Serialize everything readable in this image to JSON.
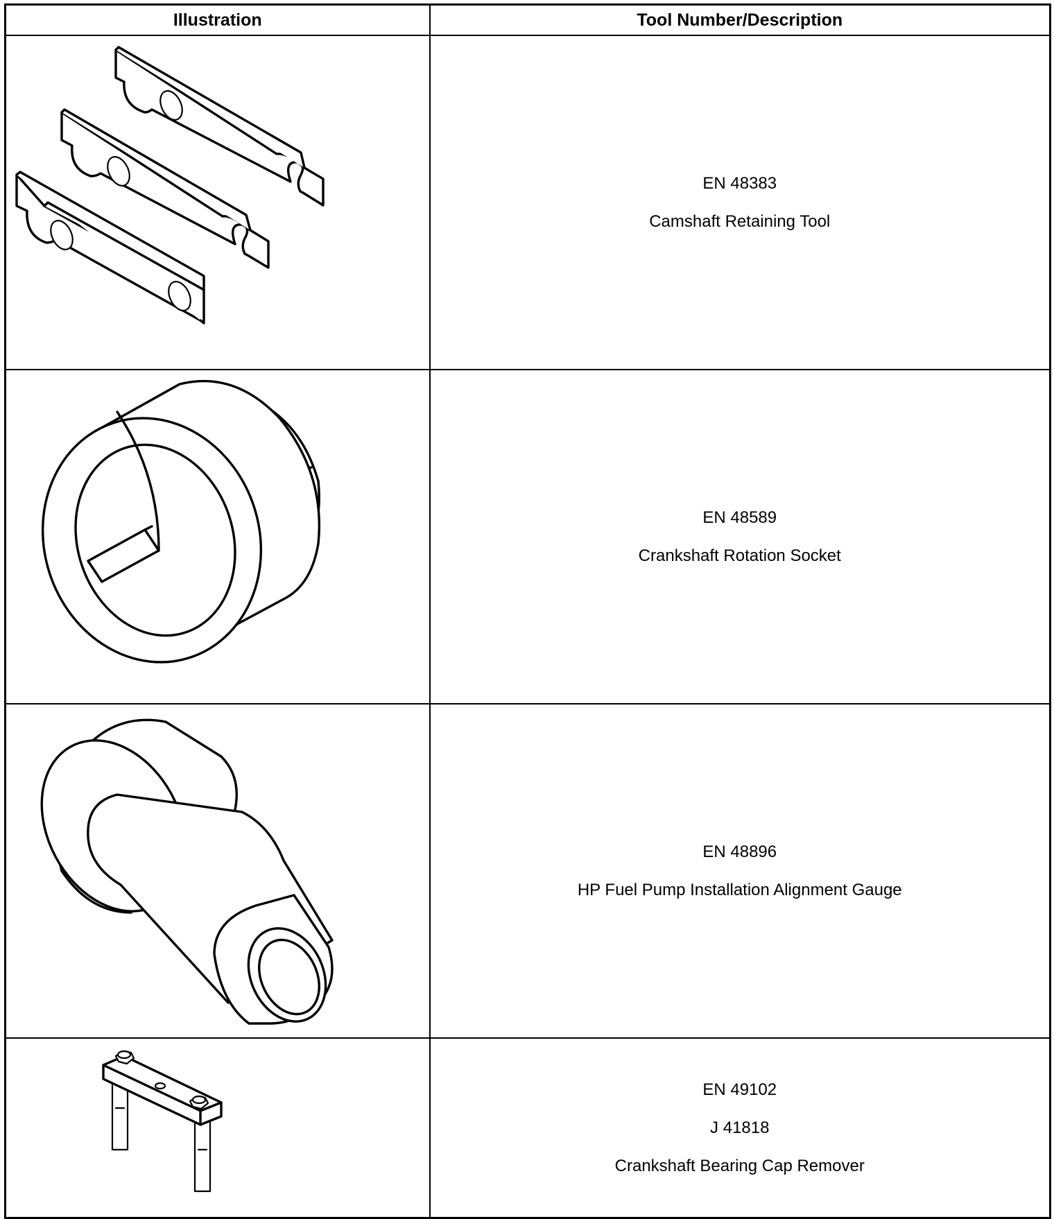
{
  "table": {
    "headers": {
      "illustration": "Illustration",
      "description": "Tool Number/Description"
    },
    "rows": [
      {
        "illustration_icon": "camshaft-retaining-plates-illustration",
        "lines": [
          "EN 48383",
          "Camshaft Retaining Tool"
        ]
      },
      {
        "illustration_icon": "crankshaft-rotation-socket-illustration",
        "lines": [
          "EN 48589",
          "Crankshaft Rotation Socket"
        ]
      },
      {
        "illustration_icon": "fuel-pump-alignment-gauge-illustration",
        "lines": [
          "EN 48896",
          "HP Fuel Pump Installation Alignment Gauge"
        ]
      },
      {
        "illustration_icon": "bearing-cap-remover-illustration",
        "lines": [
          "EN 49102",
          "J 41818",
          "Crankshaft Bearing Cap Remover"
        ]
      }
    ]
  }
}
